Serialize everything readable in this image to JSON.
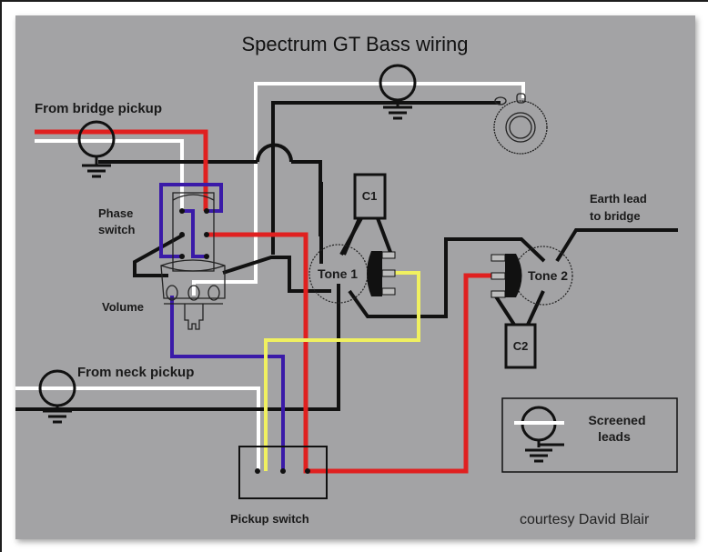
{
  "title": "Spectrum GT Bass wiring",
  "labels": {
    "bridge_pickup": "From bridge pickup",
    "neck_pickup": "From neck pickup",
    "phase_switch_line1": "Phase",
    "phase_switch_line2": "switch",
    "volume": "Volume",
    "tone1": "Tone 1",
    "tone2": "Tone 2",
    "c1": "C1",
    "c2": "C2",
    "earth_lead_line1": "Earth lead",
    "earth_lead_line2": "to bridge",
    "pickup_switch": "Pickup switch",
    "legend_line1": "Screened",
    "legend_line2": "leads",
    "credit": "courtesy David Blair"
  },
  "colors": {
    "background": "#a3a3a5",
    "wire_black": "#111111",
    "wire_white": "#ffffff",
    "wire_red": "#e02020",
    "wire_blue": "#3a1aa8",
    "wire_yellow": "#f0f060"
  }
}
